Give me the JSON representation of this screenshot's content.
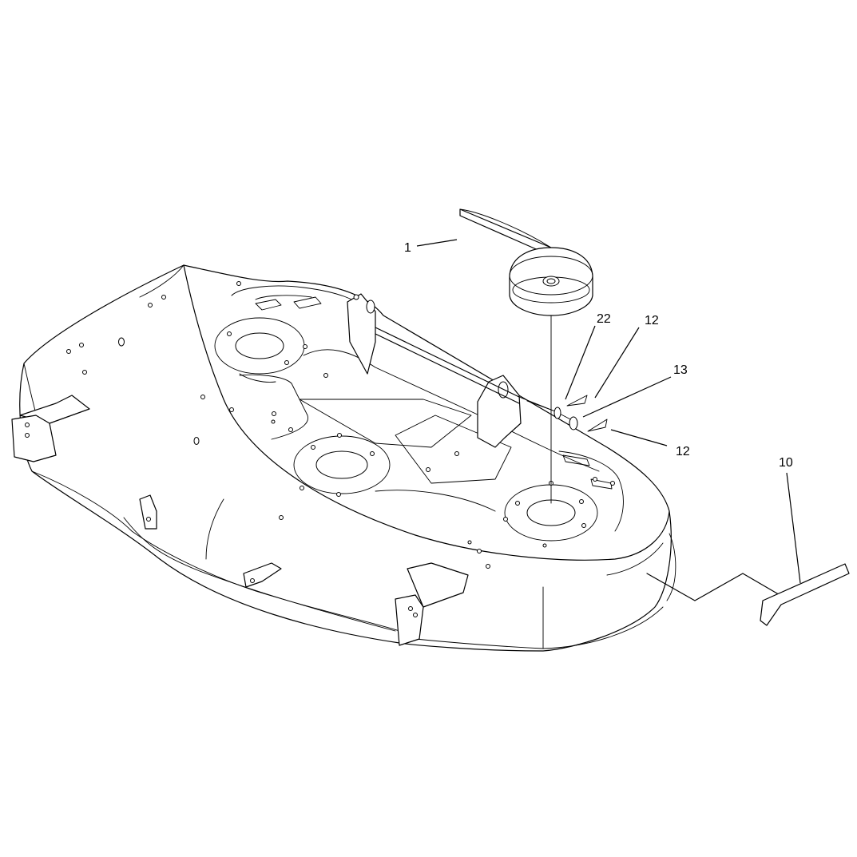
{
  "callouts": [
    {
      "id": "c1",
      "label": "1"
    },
    {
      "id": "c22",
      "label": "22"
    },
    {
      "id": "c12a",
      "label": "12"
    },
    {
      "id": "c13",
      "label": "13"
    },
    {
      "id": "c12b",
      "label": "12"
    },
    {
      "id": "c10",
      "label": "10"
    }
  ]
}
